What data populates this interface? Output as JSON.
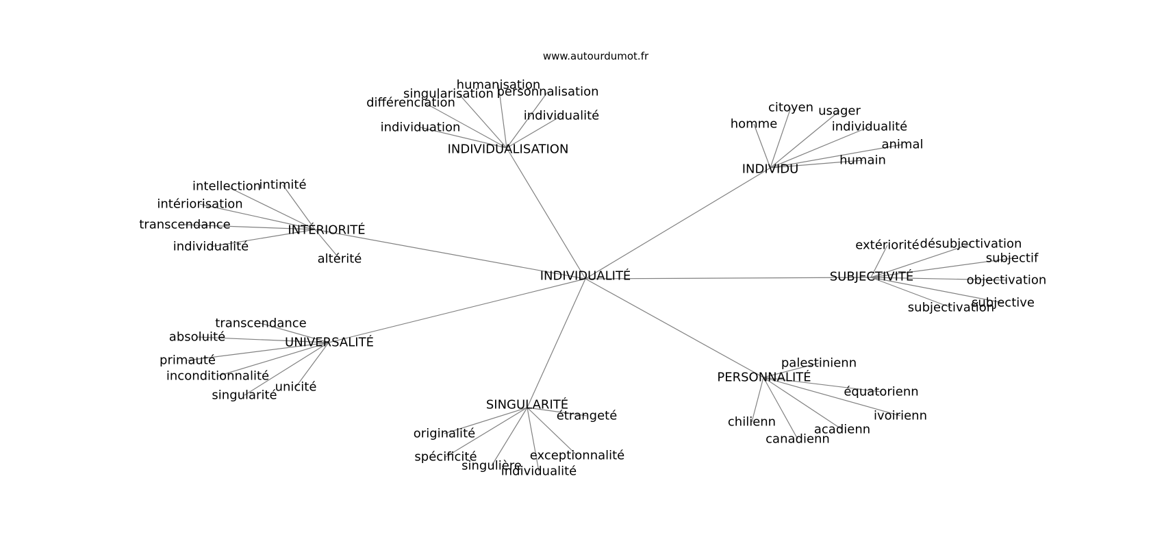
{
  "source": "www.autourdumot.fr",
  "center": "INDIVIDUALITÉ",
  "hubs": [
    {
      "label": "INDIVIDUALISATION",
      "words": [
        "humanisation",
        "singularisation",
        "personnalisation",
        "différenciation",
        "individualité",
        "individuation"
      ]
    },
    {
      "label": "INDIVIDU",
      "words": [
        "citoyen",
        "usager",
        "homme",
        "individualité",
        "animal",
        "humain"
      ]
    },
    {
      "label": "INTÉRIORITÉ",
      "words": [
        "intellection",
        "intimité",
        "intériorisation",
        "transcendance",
        "individualité",
        "altérité"
      ]
    },
    {
      "label": "SUBJECTIVITÉ",
      "words": [
        "extériorité",
        "désubjectivation",
        "subjectif",
        "objectivation",
        "subjective",
        "subjectivation"
      ]
    },
    {
      "label": "UNIVERSALITÉ",
      "words": [
        "transcendance",
        "absoluité",
        "primauté",
        "inconditionnalité",
        "unicité",
        "singularité"
      ]
    },
    {
      "label": "SINGULARITÉ",
      "words": [
        "étrangeté",
        "originalité",
        "spécificité",
        "singulière",
        "exceptionnalité",
        "individualité"
      ]
    },
    {
      "label": "PERSONNALITÉ",
      "words": [
        "palestinienn",
        "équatorienn",
        "ivoirienn",
        "acadienn",
        "chilienn",
        "canadienn"
      ]
    }
  ]
}
